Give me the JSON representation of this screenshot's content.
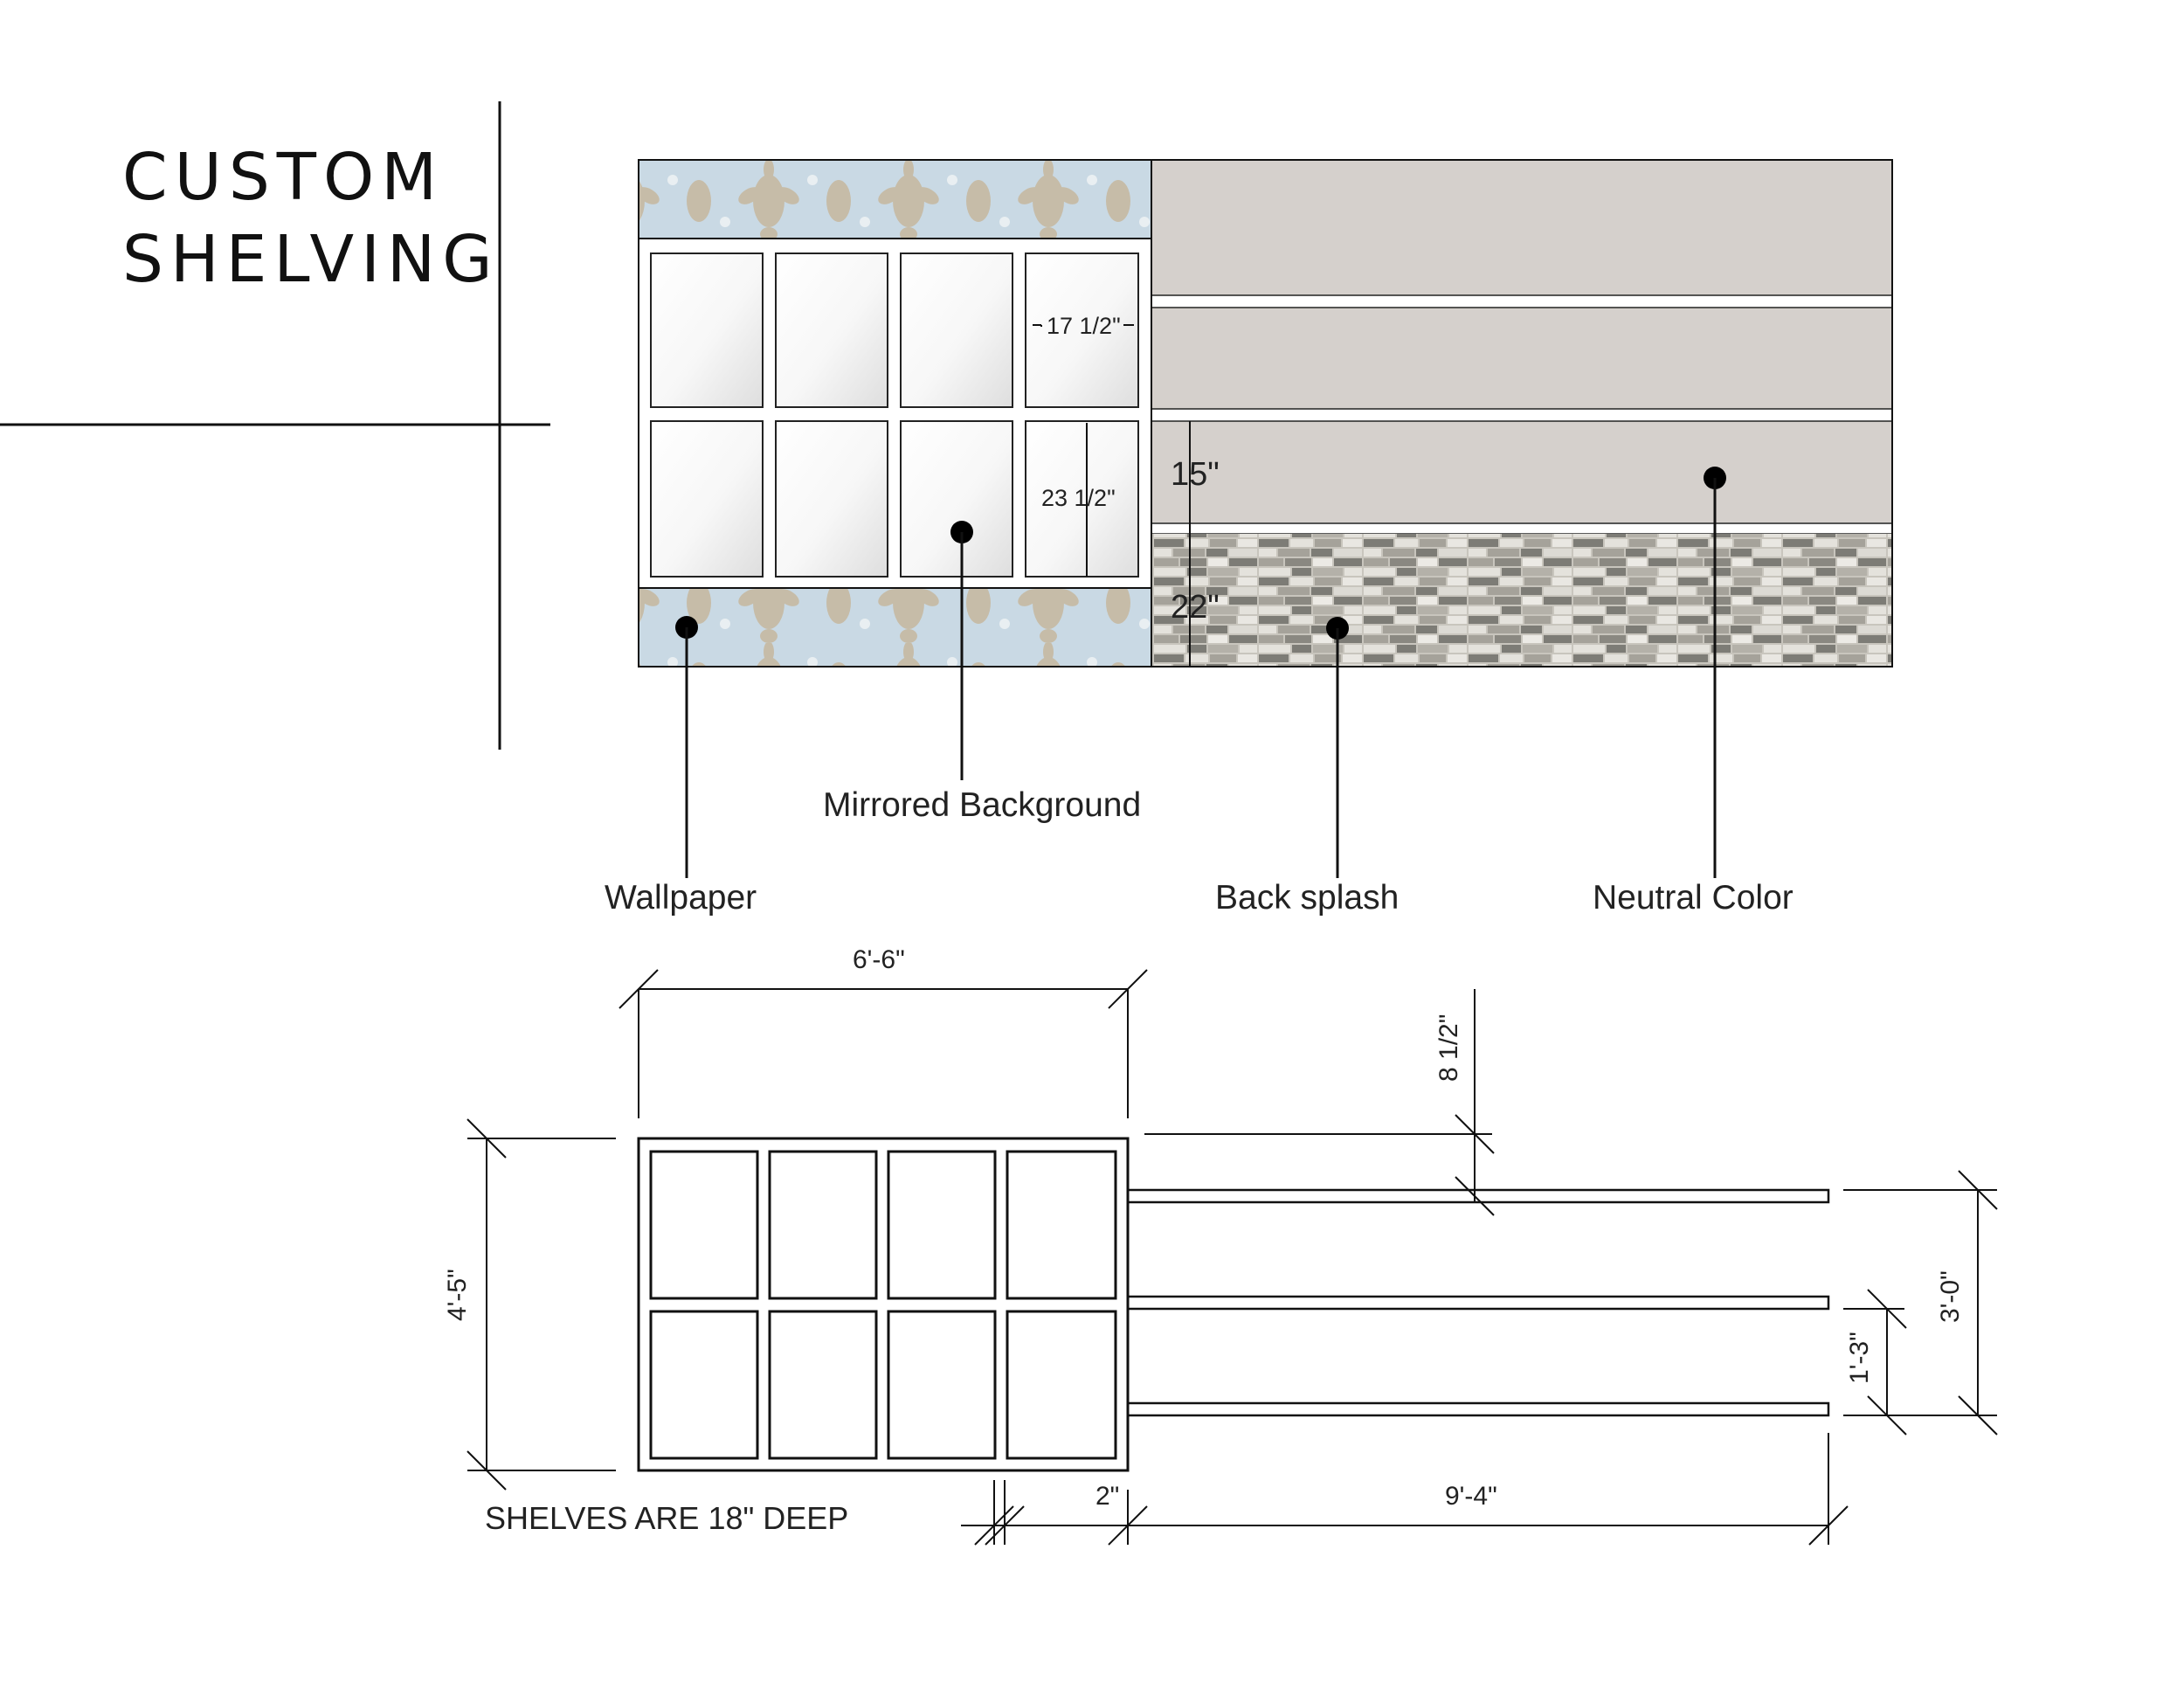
{
  "title": {
    "line1": "CUSTOM",
    "line2": "SHELVING"
  },
  "callouts": {
    "wallpaper": "Wallpaper",
    "mirrored": "Mirrored Background",
    "backsplash": "Back splash",
    "neutral": "Neutral Color"
  },
  "elevation_dims": {
    "panel_width": "17 1/2\"",
    "panel_height": "23 1/2\"",
    "shelf_spacing": "15\"",
    "backsplash_height": "22\""
  },
  "plan_dims": {
    "cabinet_width": "6'-6\"",
    "cabinet_height": "4'-5\"",
    "top_offset": "8 1/2\"",
    "shelf_run": "9'-4\"",
    "gap": "2\"",
    "shelf_spacing": "1'-3\"",
    "shelves_height": "3'-0\""
  },
  "note": "SHELVES ARE 18\" DEEP",
  "colors": {
    "wallpaper_bg": "#c9d9e4",
    "damask": "#c6bba5",
    "neutral_wall": "#d5d0cc",
    "mirror": "#f3f3f3",
    "tile_dark": "#7d7c76",
    "tile_mid": "#a5a29a",
    "tile_light": "#e4e2dc"
  }
}
